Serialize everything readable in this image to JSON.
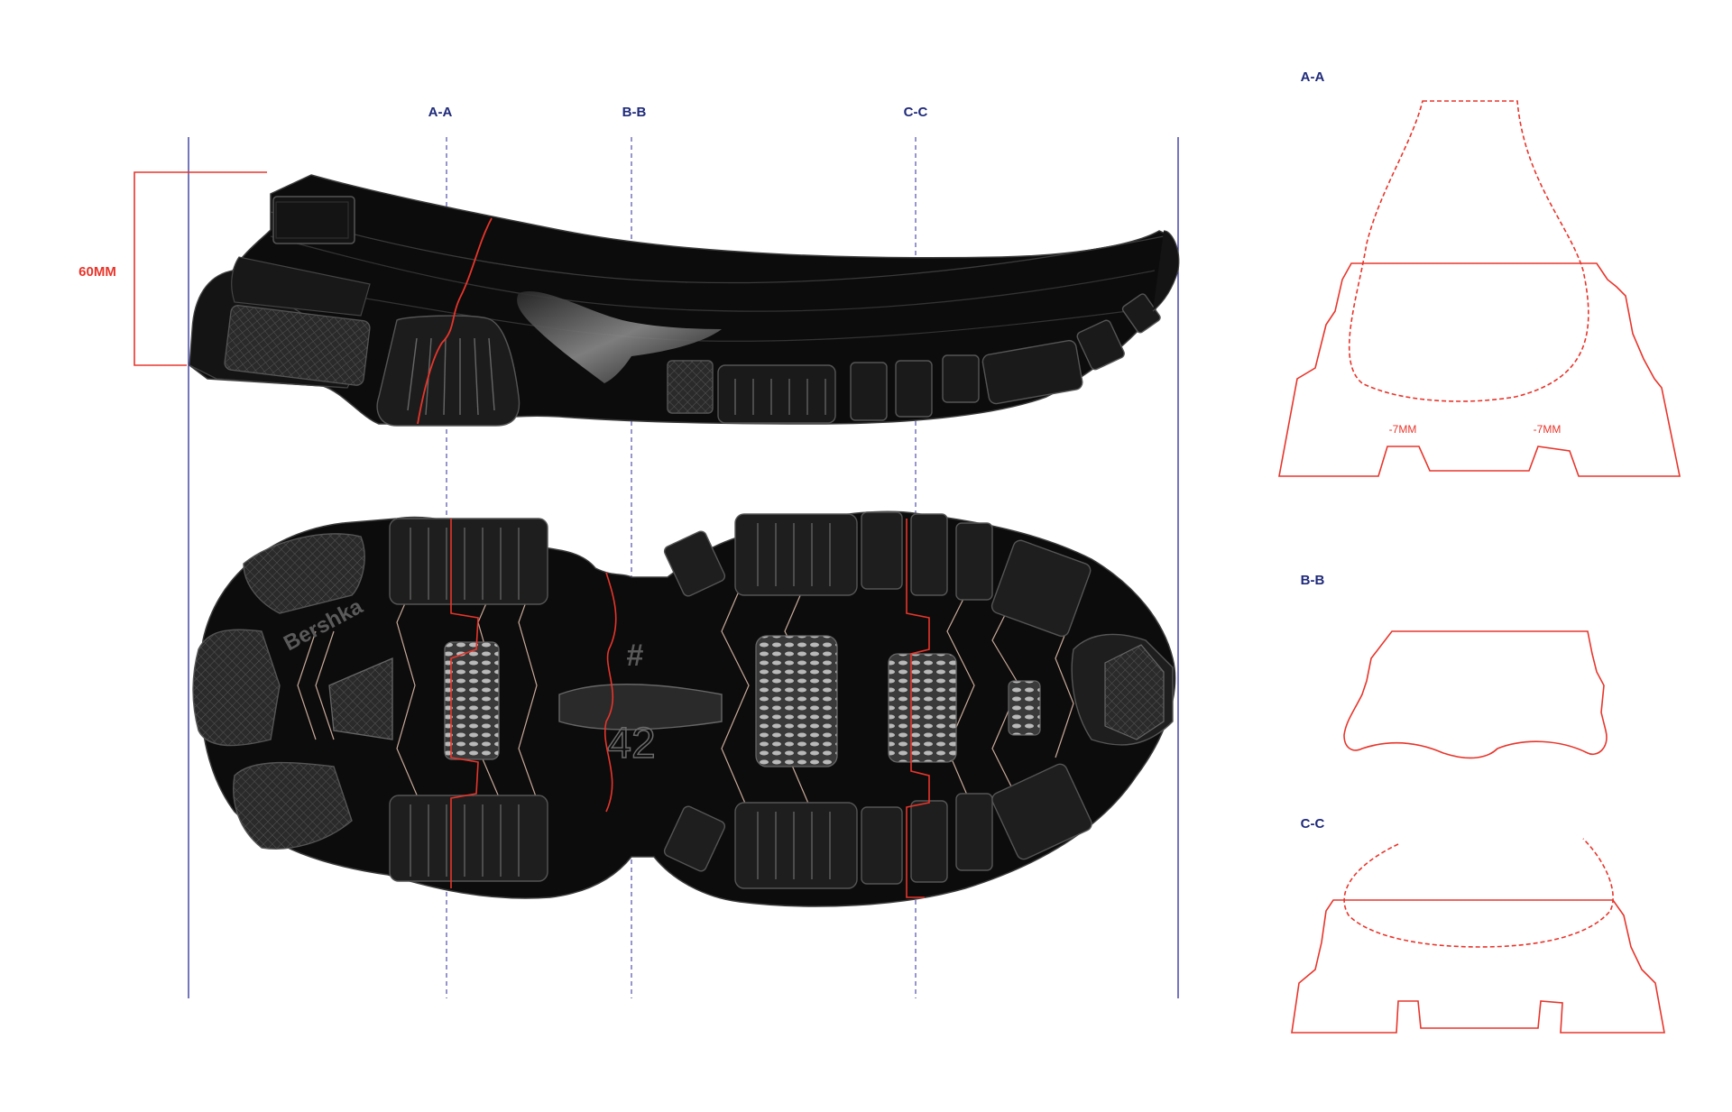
{
  "sections": {
    "aa": "A-A",
    "bb": "B-B",
    "cc": "C-C"
  },
  "height_dimension": "60MM",
  "panel_labels": {
    "aa": "A-A",
    "bb": "B-B",
    "cc": "C-C"
  },
  "depth_notes": {
    "left": "-7MM",
    "right": "-7MM"
  },
  "sole_marks": {
    "brand": "Bershka",
    "hash": "#",
    "size": "42"
  },
  "colors": {
    "section_line": "#1f2a7a",
    "guide_line": "#2c2c9a",
    "cut_line": "#e8352b",
    "sole_fill": "#0c0c0c",
    "lug_fill": "#1e1e1e"
  }
}
